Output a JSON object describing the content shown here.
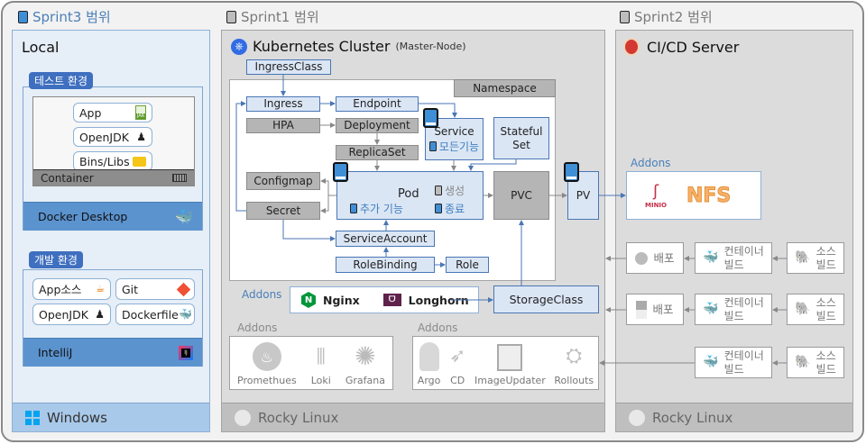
{
  "sprint3": {
    "title": "Sprint3 범위",
    "local_title": "Local",
    "test_env": {
      "tag": "테스트 환경",
      "items": [
        "App",
        "OpenJDK",
        "Bins/Libs"
      ],
      "container_label": "Container",
      "runtime": "Docker Desktop"
    },
    "dev_env": {
      "tag": "개발 환경",
      "items": [
        "App소스",
        "Git",
        "OpenJDK",
        "Dockerfile"
      ],
      "ide": "IntelliJ"
    },
    "os": "Windows"
  },
  "sprint1": {
    "title": "Sprint1 범위",
    "cluster_title": "Kubernetes Cluster",
    "cluster_subtitle": "(Master-Node)",
    "ingress_class": "IngressClass",
    "namespace": "Namespace",
    "nodes": {
      "ingress": "Ingress",
      "endpoint": "Endpoint",
      "hpa": "HPA",
      "deployment": "Deployment",
      "replicaset": "ReplicaSet",
      "service": "Service",
      "service_note": "모든기능",
      "statefulset_line1": "Stateful",
      "statefulset_line2": "Set",
      "configmap": "Configmap",
      "secret": "Secret",
      "pod": "Pod",
      "pod_create": "생성",
      "pod_addon": "추가 기능",
      "pod_terminate": "종료",
      "pvc": "PVC",
      "pv": "PV",
      "service_account": "ServiceAccount",
      "role_binding": "RoleBinding",
      "role": "Role",
      "storage_class": "StorageClass"
    },
    "addons_label": "Addons",
    "addons_net": [
      "Nginx",
      "Longhorn"
    ],
    "addons_monitor_label": "Addons",
    "addons_monitor": [
      "Promethues",
      "Loki",
      "Grafana"
    ],
    "addons_cd_label": "Addons",
    "addons_cd": [
      "Argo",
      "CD",
      "ImageUpdater",
      "Rollouts"
    ],
    "os": "Rocky Linux"
  },
  "sprint2": {
    "title": "Sprint2 범위",
    "server_title": "CI/CD Server",
    "addons_label": "Addons",
    "addons": [
      "MINIO",
      "NFS"
    ],
    "pipelines": [
      {
        "deploy": "배포",
        "container_build": [
          "컨테이너",
          "빌드"
        ],
        "source_build": [
          "소스",
          "빌드"
        ]
      },
      {
        "deploy": "배포",
        "container_build": [
          "컨테이너",
          "빌드"
        ],
        "source_build": [
          "소스",
          "빌드"
        ]
      },
      {
        "container_build": [
          "컨테이너",
          "빌드"
        ],
        "source_build": [
          "소스",
          "빌드"
        ]
      }
    ],
    "os": "Rocky Linux"
  }
}
